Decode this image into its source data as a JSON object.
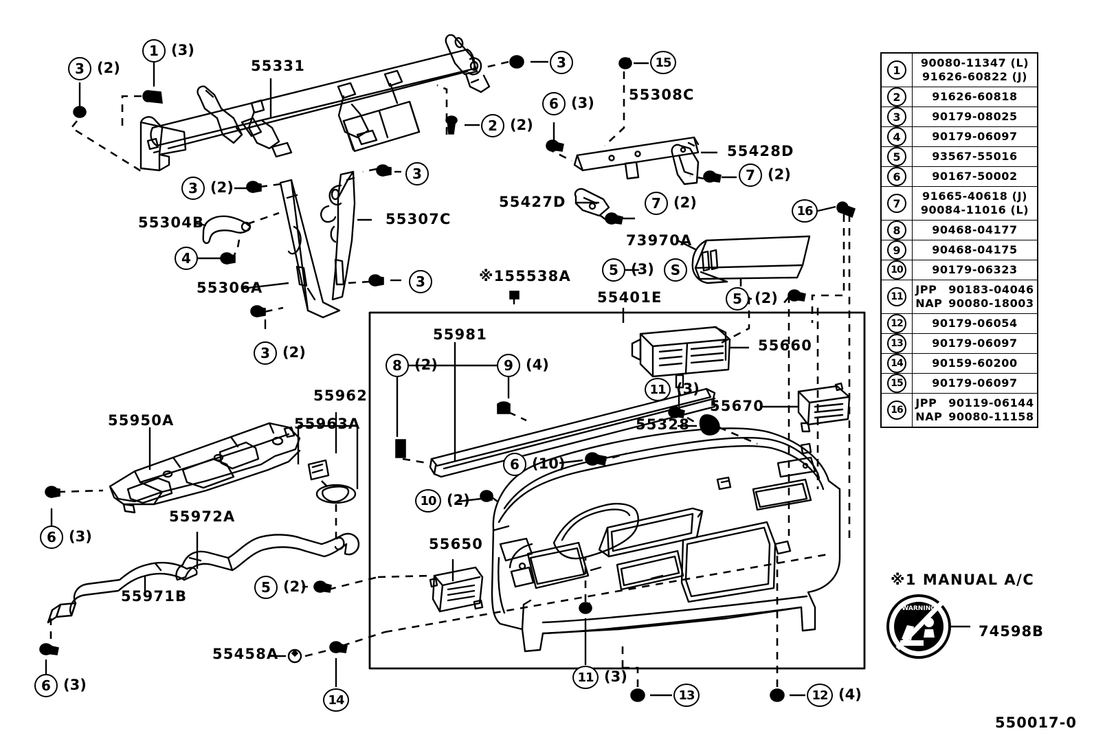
{
  "diagram": {
    "drawing_number": "550017-0",
    "note_marker": "※1 MANUAL  A/C",
    "airbag_label": "74598B"
  },
  "parts_table": {
    "rows": [
      {
        "ref": "1",
        "part_numbers": [
          {
            "market": "",
            "number": "90080-11347 (L)"
          },
          {
            "market": "",
            "number": "91626-60822  (J)"
          }
        ]
      },
      {
        "ref": "2",
        "part_numbers": [
          {
            "market": "",
            "number": "91626-60818"
          }
        ]
      },
      {
        "ref": "3",
        "part_numbers": [
          {
            "market": "",
            "number": "90179-08025"
          }
        ]
      },
      {
        "ref": "4",
        "part_numbers": [
          {
            "market": "",
            "number": "90179-06097"
          }
        ]
      },
      {
        "ref": "5",
        "part_numbers": [
          {
            "market": "",
            "number": "93567-55016"
          }
        ]
      },
      {
        "ref": "6",
        "part_numbers": [
          {
            "market": "",
            "number": "90167-50002"
          }
        ]
      },
      {
        "ref": "7",
        "part_numbers": [
          {
            "market": "",
            "number": "91665-40618 (J)"
          },
          {
            "market": "",
            "number": "90084-11016 (L)"
          }
        ]
      },
      {
        "ref": "8",
        "part_numbers": [
          {
            "market": "",
            "number": "90468-04177"
          }
        ]
      },
      {
        "ref": "9",
        "part_numbers": [
          {
            "market": "",
            "number": "90468-04175"
          }
        ]
      },
      {
        "ref": "10",
        "part_numbers": [
          {
            "market": "",
            "number": "90179-06323"
          }
        ]
      },
      {
        "ref": "11",
        "part_numbers": [
          {
            "market": "JPP",
            "number": "90183-04046"
          },
          {
            "market": "NAP",
            "number": "90080-18003"
          }
        ]
      },
      {
        "ref": "12",
        "part_numbers": [
          {
            "market": "",
            "number": "90179-06054"
          }
        ]
      },
      {
        "ref": "13",
        "part_numbers": [
          {
            "market": "",
            "number": "90179-06097"
          }
        ]
      },
      {
        "ref": "14",
        "part_numbers": [
          {
            "market": "",
            "number": "90159-60200"
          }
        ]
      },
      {
        "ref": "15",
        "part_numbers": [
          {
            "market": "",
            "number": "90179-06097"
          }
        ]
      },
      {
        "ref": "16",
        "part_numbers": [
          {
            "market": "JPP",
            "number": "90119-06144"
          },
          {
            "market": "NAP",
            "number": "90080-11158"
          }
        ]
      }
    ]
  },
  "part_labels": [
    {
      "id": "p55331",
      "text": "55331"
    },
    {
      "id": "p55308C",
      "text": "55308C"
    },
    {
      "id": "p55428D",
      "text": "55428D"
    },
    {
      "id": "p55427D",
      "text": "55427D"
    },
    {
      "id": "p55304B",
      "text": "55304B"
    },
    {
      "id": "p55307C",
      "text": "55307C"
    },
    {
      "id": "p55306A",
      "text": "55306A"
    },
    {
      "id": "p55538A",
      "text": "※155538A"
    },
    {
      "id": "p73970A",
      "text": "73970A"
    },
    {
      "id": "p55401E",
      "text": "55401E"
    },
    {
      "id": "p55981",
      "text": "55981"
    },
    {
      "id": "p55660",
      "text": "55660"
    },
    {
      "id": "p55670",
      "text": "55670"
    },
    {
      "id": "p55328",
      "text": "55328"
    },
    {
      "id": "p55962",
      "text": "55962"
    },
    {
      "id": "p55963A",
      "text": "55963A"
    },
    {
      "id": "p55950A",
      "text": "55950A"
    },
    {
      "id": "p55972A",
      "text": "55972A"
    },
    {
      "id": "p55971B",
      "text": "55971B"
    },
    {
      "id": "p55650",
      "text": "55650"
    },
    {
      "id": "p55458A",
      "text": "55458A"
    }
  ],
  "callouts": [
    {
      "id": "c3a",
      "ref": "3",
      "qty": "(2)"
    },
    {
      "id": "c1",
      "ref": "1",
      "qty": "(3)"
    },
    {
      "id": "c3b",
      "ref": "3",
      "qty": ""
    },
    {
      "id": "c15",
      "ref": "15",
      "qty": ""
    },
    {
      "id": "c3top",
      "ref": "3",
      "qty": ""
    },
    {
      "id": "c2",
      "ref": "2",
      "qty": "(2)"
    },
    {
      "id": "c6a",
      "ref": "6",
      "qty": "(3)"
    },
    {
      "id": "c7a",
      "ref": "7",
      "qty": "(2)"
    },
    {
      "id": "c7b",
      "ref": "7",
      "qty": "(2)"
    },
    {
      "id": "c16",
      "ref": "16",
      "qty": ""
    },
    {
      "id": "c3c",
      "ref": "3",
      "qty": "(2)"
    },
    {
      "id": "c3d",
      "ref": "3",
      "qty": ""
    },
    {
      "id": "c4",
      "ref": "4",
      "qty": ""
    },
    {
      "id": "c3e",
      "ref": "3",
      "qty": ""
    },
    {
      "id": "c3f",
      "ref": "3",
      "qty": "(2)"
    },
    {
      "id": "c5a",
      "ref": "5",
      "qty": "(3)"
    },
    {
      "id": "cS",
      "ref": "S",
      "qty": ""
    },
    {
      "id": "c5b",
      "ref": "5",
      "qty": "(2)"
    },
    {
      "id": "c8",
      "ref": "8",
      "qty": "(2)"
    },
    {
      "id": "c9",
      "ref": "9",
      "qty": "(4)"
    },
    {
      "id": "c11a",
      "ref": "11",
      "qty": "(3)"
    },
    {
      "id": "c6b",
      "ref": "6",
      "qty": "(10)"
    },
    {
      "id": "c10",
      "ref": "10",
      "qty": "(2)"
    },
    {
      "id": "c6c",
      "ref": "6",
      "qty": "(3)"
    },
    {
      "id": "c5c",
      "ref": "5",
      "qty": "(2)"
    },
    {
      "id": "c6d",
      "ref": "6",
      "qty": "(3)"
    },
    {
      "id": "c14",
      "ref": "14",
      "qty": ""
    },
    {
      "id": "c11b",
      "ref": "11",
      "qty": "(3)"
    },
    {
      "id": "c13",
      "ref": "13",
      "qty": ""
    },
    {
      "id": "c12",
      "ref": "12",
      "qty": "(4)"
    }
  ]
}
